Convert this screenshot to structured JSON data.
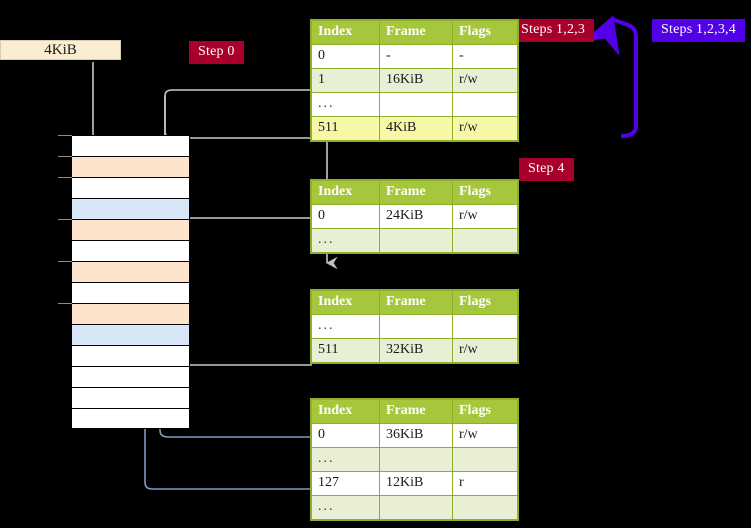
{
  "labels": {
    "steps_123": "Steps 1,2,3",
    "steps_1234": "Steps 1,2,3,4",
    "step_0": "Step 0",
    "step_4": "Step 4"
  },
  "memory": {
    "top_box_label": "4KiB",
    "rows": [
      {
        "fill": "white"
      },
      {
        "fill": "peach"
      },
      {
        "fill": "white"
      },
      {
        "fill": "blue"
      },
      {
        "fill": "peach"
      },
      {
        "fill": "white"
      },
      {
        "fill": "peach"
      },
      {
        "fill": "white"
      },
      {
        "fill": "peach"
      },
      {
        "fill": "blue"
      },
      {
        "fill": "white"
      },
      {
        "fill": "white"
      },
      {
        "fill": "white"
      },
      {
        "fill": "white"
      }
    ]
  },
  "tables": [
    {
      "name": "pml4-table",
      "headers": [
        "Index",
        "Frame",
        "Flags"
      ],
      "rows": [
        {
          "cells": [
            "0",
            "-",
            "-"
          ],
          "style": "plain"
        },
        {
          "cells": [
            "1",
            "16KiB",
            "r/w"
          ],
          "style": "alt"
        },
        {
          "cells": [
            "...",
            "",
            ""
          ],
          "style": "plain"
        },
        {
          "cells": [
            "511",
            "4KiB",
            "r/w"
          ],
          "style": "hl"
        }
      ]
    },
    {
      "name": "pdpt-table",
      "headers": [
        "Index",
        "Frame",
        "Flags"
      ],
      "rows": [
        {
          "cells": [
            "0",
            "24KiB",
            "r/w"
          ],
          "style": "plain"
        },
        {
          "cells": [
            "...",
            "",
            ""
          ],
          "style": "alt"
        }
      ]
    },
    {
      "name": "pd-table",
      "headers": [
        "Index",
        "Frame",
        "Flags"
      ],
      "rows": [
        {
          "cells": [
            "...",
            "",
            ""
          ],
          "style": "plain"
        },
        {
          "cells": [
            "511",
            "32KiB",
            "r/w"
          ],
          "style": "alt"
        }
      ]
    },
    {
      "name": "pt-table",
      "headers": [
        "Index",
        "Frame",
        "Flags"
      ],
      "rows": [
        {
          "cells": [
            "0",
            "36KiB",
            "r/w"
          ],
          "style": "plain"
        },
        {
          "cells": [
            "...",
            "",
            ""
          ],
          "style": "alt"
        },
        {
          "cells": [
            "127",
            "12KiB",
            "r"
          ],
          "style": "plain"
        },
        {
          "cells": [
            "...",
            "",
            ""
          ],
          "style": "alt"
        }
      ]
    }
  ],
  "colors": {
    "badge_red": "#a8002a",
    "badge_violet": "#5200e8",
    "table_header": "#a6c63c",
    "table_alt_row": "#e9efd5",
    "table_highlight": "#f7f7a8",
    "memory_peach": "#fde3cb",
    "memory_blue": "#d8e7f8",
    "kib_box": "#faeed2",
    "connector_gray": "#c8c8c8",
    "connector_blue": "#7d9cc4"
  }
}
